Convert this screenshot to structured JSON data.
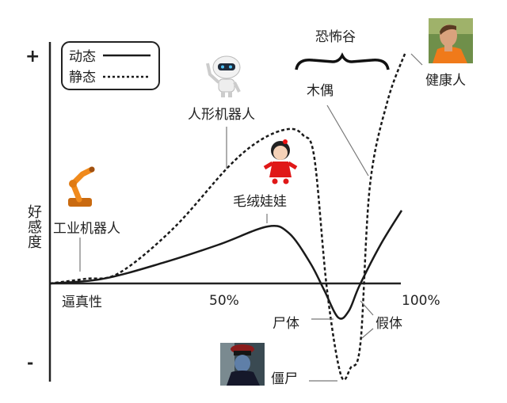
{
  "chart_data": {
    "type": "line",
    "title": "恐怖谷",
    "xlabel": "逼真性",
    "ylabel": "好感度",
    "x_ticks": [
      "50%",
      "100%"
    ],
    "x_tick_values": [
      50,
      100
    ],
    "y_markers": {
      "plus": "+",
      "minus": "-"
    },
    "xlim": [
      0,
      100
    ],
    "ylim": [
      -40,
      100
    ],
    "grid": false,
    "legend_position": "top-left",
    "series": [
      {
        "name": "动态",
        "style": "solid",
        "color": "#1a1a1a",
        "points": [
          [
            0,
            0
          ],
          [
            15,
            2
          ],
          [
            32,
            9
          ],
          [
            48,
            17
          ],
          [
            62,
            25
          ],
          [
            68,
            22
          ],
          [
            74,
            9
          ],
          [
            78,
            -3
          ],
          [
            82,
            -15
          ],
          [
            85,
            -12
          ],
          [
            88,
            -1
          ],
          [
            94,
            17
          ],
          [
            100,
            32
          ]
        ]
      },
      {
        "name": "静态",
        "style": "dashed",
        "color": "#1a1a1a",
        "points": [
          [
            0,
            0
          ],
          [
            10,
            2
          ],
          [
            19.6,
            4.5
          ],
          [
            35,
            24
          ],
          [
            50.9,
            51.4
          ],
          [
            60,
            63
          ],
          [
            67.8,
            67.7
          ],
          [
            72,
            65
          ],
          [
            75.2,
            54.9
          ],
          [
            78.8,
            -3
          ],
          [
            82.7,
            -40
          ],
          [
            85.5,
            -37
          ],
          [
            88.3,
            -26
          ],
          [
            91,
            43
          ],
          [
            96,
            80
          ],
          [
            101,
            101
          ]
        ]
      }
    ],
    "annotations": [
      {
        "id": "industrial-robot",
        "text": "工业机器人",
        "series": "静态"
      },
      {
        "id": "humanoid-robot",
        "text": "人形机器人",
        "series": "静态"
      },
      {
        "id": "plush-doll",
        "text": "毛绒娃娃",
        "series": "动态"
      },
      {
        "id": "puppet",
        "text": "木偶",
        "series": "静态"
      },
      {
        "id": "healthy-person",
        "text": "健康人",
        "series": "静态"
      },
      {
        "id": "corpse",
        "text": "尸体",
        "series": "动态"
      },
      {
        "id": "prosthesis",
        "text": "假体",
        "series": "both"
      },
      {
        "id": "zombie",
        "text": "僵尸",
        "series": "静态"
      }
    ],
    "valley_label": "恐怖谷"
  }
}
